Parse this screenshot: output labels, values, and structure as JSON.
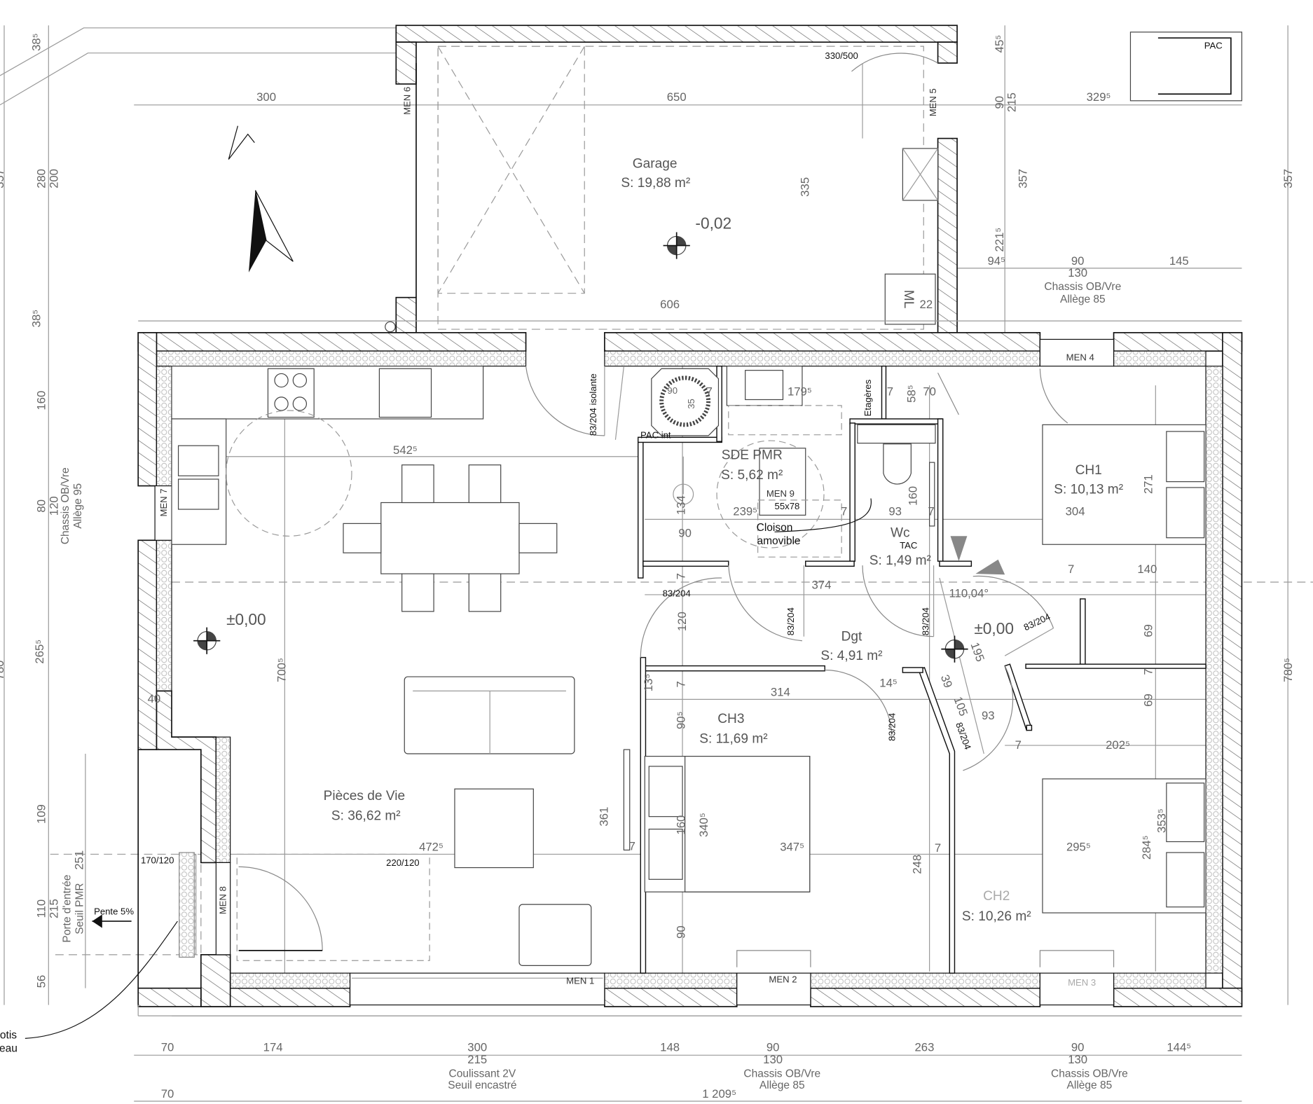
{
  "rooms": {
    "garage": {
      "name": "Garage",
      "area": "S: 19,88 m²",
      "level": "-0,02"
    },
    "living": {
      "name": "Pièces de Vie",
      "area": "S: 36,62 m²",
      "level": "±0,00"
    },
    "sde": {
      "name": "SDE PMR",
      "area": "S: 5,62 m²"
    },
    "wc": {
      "name": "Wc",
      "area": "S: 1,49 m²",
      "note": "TAC"
    },
    "dgt": {
      "name": "Dgt",
      "area": "S: 4,91 m²",
      "level": "±0,00"
    },
    "ch1": {
      "name": "CH1",
      "area": "S: 10,13 m²"
    },
    "ch2": {
      "name": "CH2",
      "area": "S: 10,26 m²"
    },
    "ch3": {
      "name": "CH3",
      "area": "S: 11,69 m²"
    }
  },
  "windows": [
    "MEN 1",
    "MEN 2",
    "MEN 3",
    "MEN 4",
    "MEN 5",
    "MEN 6",
    "MEN 7",
    "MEN 8",
    "MEN 9"
  ],
  "window_men9_size": "55x78",
  "openings": [
    "330/500",
    "170/120",
    "220/120",
    "83/204 isolante",
    "83/204",
    "83/204",
    "83/204",
    "83/204",
    "83/204",
    "83/204"
  ],
  "equipment": {
    "pac": "PAC",
    "pac_int": "PAC int",
    "shelves": "Etagères",
    "ml": "ML",
    "ml_size": "22"
  },
  "annotations": {
    "cloison_line1": "Cloison",
    "cloison_line2": "amovible",
    "slope": "Pente 5%",
    "angle": "110,04°",
    "entry_note_line1": "otis",
    "entry_note_line2": "eau"
  },
  "frame_labels": [
    "Chassis OB/Vre",
    "Allège 95",
    "Chassis OB/Vre",
    "Allège 85",
    "Coulissant 2V",
    "Seuil encastré",
    "Chassis OB/Vre",
    "Allège 85",
    "Chassis OB/Vre",
    "Allège 85",
    "Porte d'entrée",
    "Seuil PMR"
  ],
  "dimensions": [
    "38⁵",
    "280",
    "200",
    "357",
    "38⁵",
    "160",
    "80",
    "120",
    "265⁵",
    "780",
    "109",
    "251",
    "110",
    "215",
    "56",
    "300",
    "650",
    "329⁵",
    "606",
    "335",
    "45⁵",
    "90",
    "215",
    "357",
    "221⁵",
    "357",
    "94⁵",
    "90",
    "130",
    "145",
    "542⁵",
    "90",
    "35",
    "7",
    "179⁵",
    "7",
    "58⁵",
    "70",
    "134",
    "239⁵",
    "7",
    "93",
    "160",
    "7",
    "304",
    "271",
    "90",
    "7",
    "374",
    "7",
    "140",
    "120",
    "700⁵",
    "40",
    "69",
    "13⁵",
    "7",
    "314",
    "14⁵",
    "195",
    "39",
    "105",
    "93",
    "7",
    "69",
    "90⁵",
    "7",
    "202⁵",
    "361",
    "160",
    "340⁵",
    "353⁵",
    "472⁵",
    "7",
    "347⁵",
    "7",
    "295⁵",
    "284⁵",
    "248",
    "90",
    "780⁵",
    "70",
    "174",
    "300",
    "215",
    "148",
    "90",
    "130",
    "263",
    "90",
    "130",
    "144⁵",
    "70",
    "1 209⁵"
  ]
}
